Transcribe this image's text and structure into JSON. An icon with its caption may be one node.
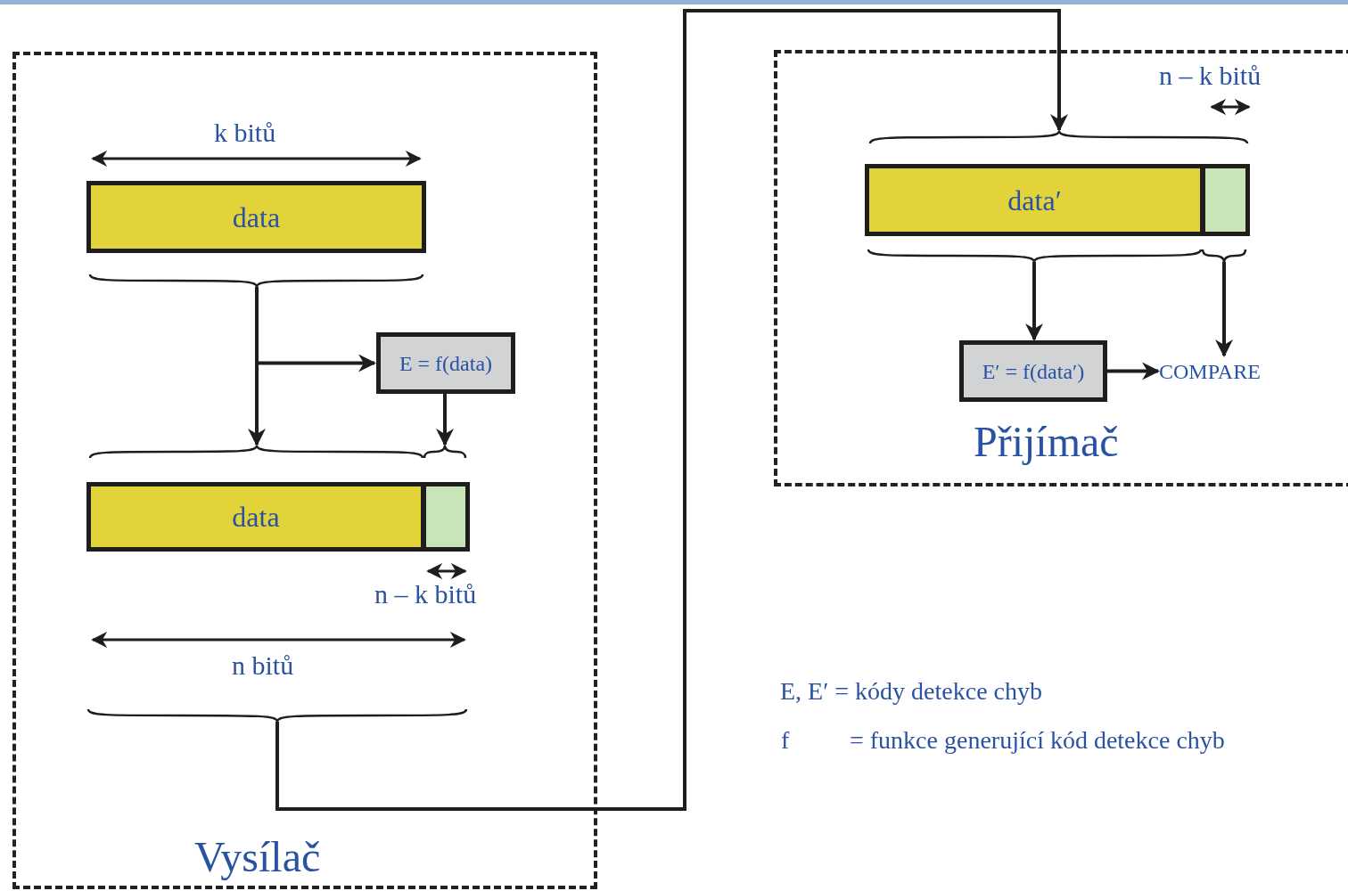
{
  "diagram": {
    "nodes": [
      {
        "text": [
          "Vysílač"
        ]
      },
      {
        "text": [
          "data"
        ],
        "in": 0
      },
      {
        "text": [],
        "shape": "brace",
        "in": 0
      },
      {
        "text": [
          "E = f(data)"
        ],
        "in": 0
      },
      {
        "text": [],
        "shape": "brace",
        "in": 0
      },
      {
        "text": [],
        "shape": "brace",
        "in": 0
      },
      {
        "text": [
          "data"
        ],
        "in": 0
      },
      {
        "text": [],
        "shape": "box",
        "in": 0
      },
      {
        "text": [],
        "shape": "brace",
        "in": 0
      },
      {
        "text": [
          "Přijímač"
        ]
      },
      {
        "text": [],
        "shape": "brace",
        "in": 9
      },
      {
        "text": [
          "data′"
        ],
        "in": 9
      },
      {
        "text": [],
        "shape": "box",
        "in": 9
      },
      {
        "text": [],
        "shape": "brace",
        "in": 9
      },
      {
        "text": [],
        "shape": "brace",
        "in": 9
      },
      {
        "text": [
          "E′ = f(data′)"
        ],
        "in": 9
      },
      {
        "text": [
          "COMPARE"
        ],
        "in": 9
      }
    ],
    "edges": [
      {
        "from": 2,
        "to": 4,
        "arrow": "to"
      },
      {
        "from": 2,
        "to": 3,
        "arrow": "to"
      },
      {
        "from": 3,
        "to": 5,
        "arrow": "to"
      },
      {
        "from": 8,
        "to": 10,
        "arrow": "to"
      },
      {
        "from": 13,
        "to": 15,
        "arrow": "to"
      },
      {
        "from": 14,
        "to": 16,
        "arrow": "to"
      },
      {
        "from": 15,
        "to": 16,
        "arrow": "to"
      }
    ],
    "labels": [
      "n – k bitů",
      "k bitů",
      "n – k bitů",
      "n bitů",
      "E, E′ = kódy detekce chyb",
      "f",
      "= funkce generující kód detekce chyb"
    ]
  }
}
